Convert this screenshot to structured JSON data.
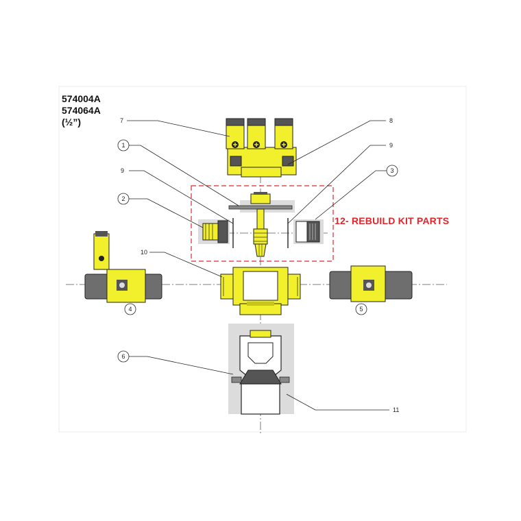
{
  "models": [
    "574004A",
    "574064A",
    "(½”)"
  ],
  "kit_label": "12- REBUILD KIT PARTS",
  "callouts": {
    "c1": "1",
    "c2": "2",
    "c3": "3",
    "c4": "4",
    "c5": "5",
    "c6": "6",
    "c7": "7",
    "c8": "8",
    "c9a": "9",
    "c9b": "9",
    "c10": "10",
    "c11": "11"
  },
  "colors": {
    "yellow": "#f2ef2c",
    "yellow_dark": "#c9c41a",
    "gray_band": "#6e6e6e",
    "gray_panel": "#dcdcdc",
    "line": "#222222",
    "kit_red": "#e0262b"
  }
}
